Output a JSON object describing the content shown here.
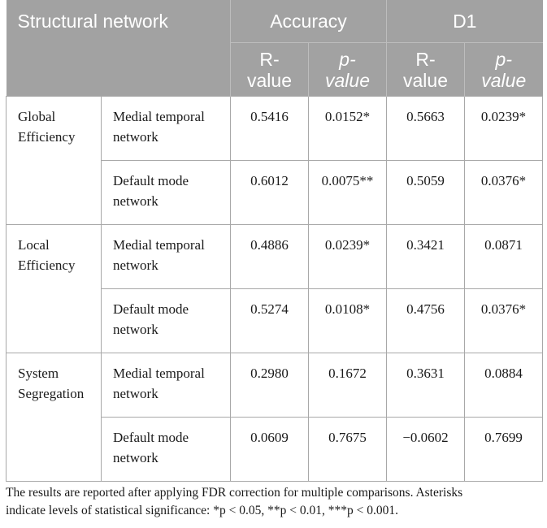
{
  "table": {
    "title": "Structural network",
    "groups": [
      "Accuracy",
      "D1"
    ],
    "subheaders": [
      {
        "first": "R-",
        "second": "value",
        "italic": false
      },
      {
        "first": "p-",
        "second": "value",
        "italic": true
      },
      {
        "first": "R-",
        "second": "value",
        "italic": false
      },
      {
        "first": "p-",
        "second": "value",
        "italic": true
      }
    ],
    "sections": [
      {
        "metric": "Global Efficiency",
        "rows": [
          {
            "network": "Medial temporal network",
            "acc_r": "0.5416",
            "acc_p": "0.0152*",
            "d1_r": "0.5663",
            "d1_p": "0.0239*"
          },
          {
            "network": "Default mode network",
            "acc_r": "0.6012",
            "acc_p": "0.0075**",
            "d1_r": "0.5059",
            "d1_p": "0.0376*"
          }
        ]
      },
      {
        "metric": "Local Efficiency",
        "rows": [
          {
            "network": "Medial temporal network",
            "acc_r": "0.4886",
            "acc_p": "0.0239*",
            "d1_r": "0.3421",
            "d1_p": "0.0871"
          },
          {
            "network": "Default mode network",
            "acc_r": "0.5274",
            "acc_p": "0.0108*",
            "d1_r": "0.4756",
            "d1_p": "0.0376*"
          }
        ]
      },
      {
        "metric": "System Segregation",
        "rows": [
          {
            "network": "Medial temporal network",
            "acc_r": "0.2980",
            "acc_p": "0.1672",
            "d1_r": "0.3631",
            "d1_p": "0.0884"
          },
          {
            "network": "Default mode network",
            "acc_r": "0.0609",
            "acc_p": "0.7675",
            "d1_r": "−0.0602",
            "d1_p": "0.7699"
          }
        ]
      }
    ]
  },
  "note": {
    "line1": "The results are reported after applying FDR correction for multiple comparisons. Asterisks",
    "line2": "indicate levels of statistical significance: *p < 0.05, **p < 0.01, ***p < 0.001."
  }
}
